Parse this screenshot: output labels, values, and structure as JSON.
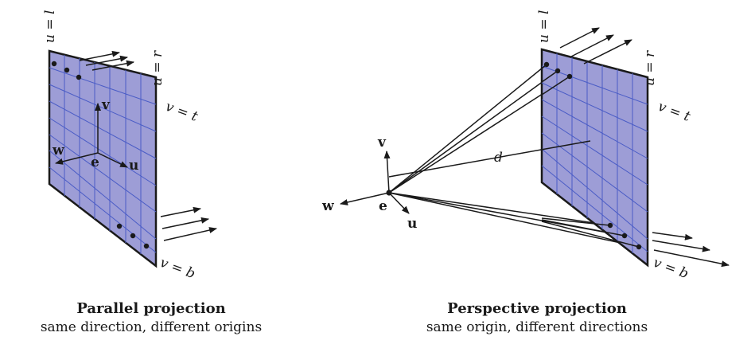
{
  "parallel": {
    "title": "Parallel projection",
    "subtitle": "same direction, different origins",
    "labels": {
      "u_l": "u = l",
      "u_r": "u = r",
      "v_t": "v = t",
      "v_b": "v = b",
      "v": "v",
      "u": "u",
      "w": "w",
      "e": "e"
    }
  },
  "perspective": {
    "title": "Perspective projection",
    "subtitle": "same origin, different directions",
    "labels": {
      "u_l": "u = l",
      "u_r": "u = r",
      "v_t": "v = t",
      "v_b": "v = b",
      "v": "v",
      "u": "u",
      "w": "w",
      "e": "e",
      "d": "d"
    }
  },
  "colors": {
    "plane_fill": "#9d9dd6",
    "plane_grid": "#4a5cc6",
    "stroke": "#1a1a1a"
  }
}
